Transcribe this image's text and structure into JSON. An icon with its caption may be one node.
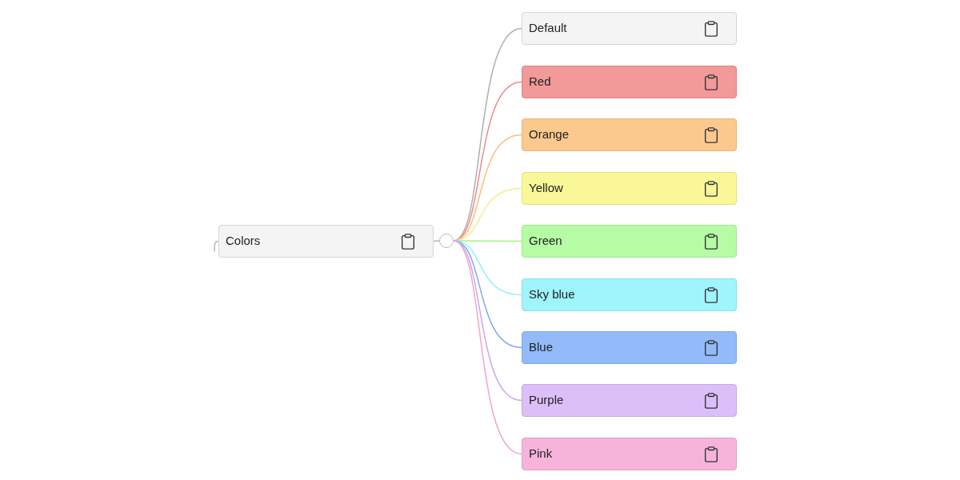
{
  "diagram": {
    "nodes": [
      {
        "text": [
          "Colors"
        ]
      },
      {
        "text": [],
        "shape": "circle"
      },
      {
        "text": [
          "Default"
        ]
      },
      {
        "text": [
          "Red"
        ]
      },
      {
        "text": [
          "Orange"
        ]
      },
      {
        "text": [
          "Yellow"
        ]
      },
      {
        "text": [
          "Green"
        ]
      },
      {
        "text": [
          "Sky blue"
        ]
      },
      {
        "text": [
          "Blue"
        ]
      },
      {
        "text": [
          "Purple"
        ]
      },
      {
        "text": [
          "Pink"
        ]
      }
    ],
    "edges": [
      {
        "from": null,
        "to": 0,
        "arrow": "none"
      },
      {
        "from": 0,
        "to": 1,
        "arrow": "none"
      },
      {
        "from": 1,
        "to": 2,
        "arrow": "none",
        "color": "#b0b0b0"
      },
      {
        "from": 1,
        "to": 3,
        "arrow": "none",
        "color": "#f08a8a"
      },
      {
        "from": 1,
        "to": 4,
        "arrow": "none",
        "color": "#fbbf7f"
      },
      {
        "from": 1,
        "to": 5,
        "arrow": "none",
        "color": "#f7ef8a"
      },
      {
        "from": 1,
        "to": 6,
        "arrow": "none",
        "color": "#a5f08a"
      },
      {
        "from": 1,
        "to": 7,
        "arrow": "none",
        "color": "#8ff0fb"
      },
      {
        "from": 1,
        "to": 8,
        "arrow": "none",
        "color": "#7fa8f0"
      },
      {
        "from": 1,
        "to": 9,
        "arrow": "none",
        "color": "#cfa5f0"
      },
      {
        "from": 1,
        "to": 10,
        "arrow": "none",
        "color": "#f0a5d0"
      }
    ]
  }
}
